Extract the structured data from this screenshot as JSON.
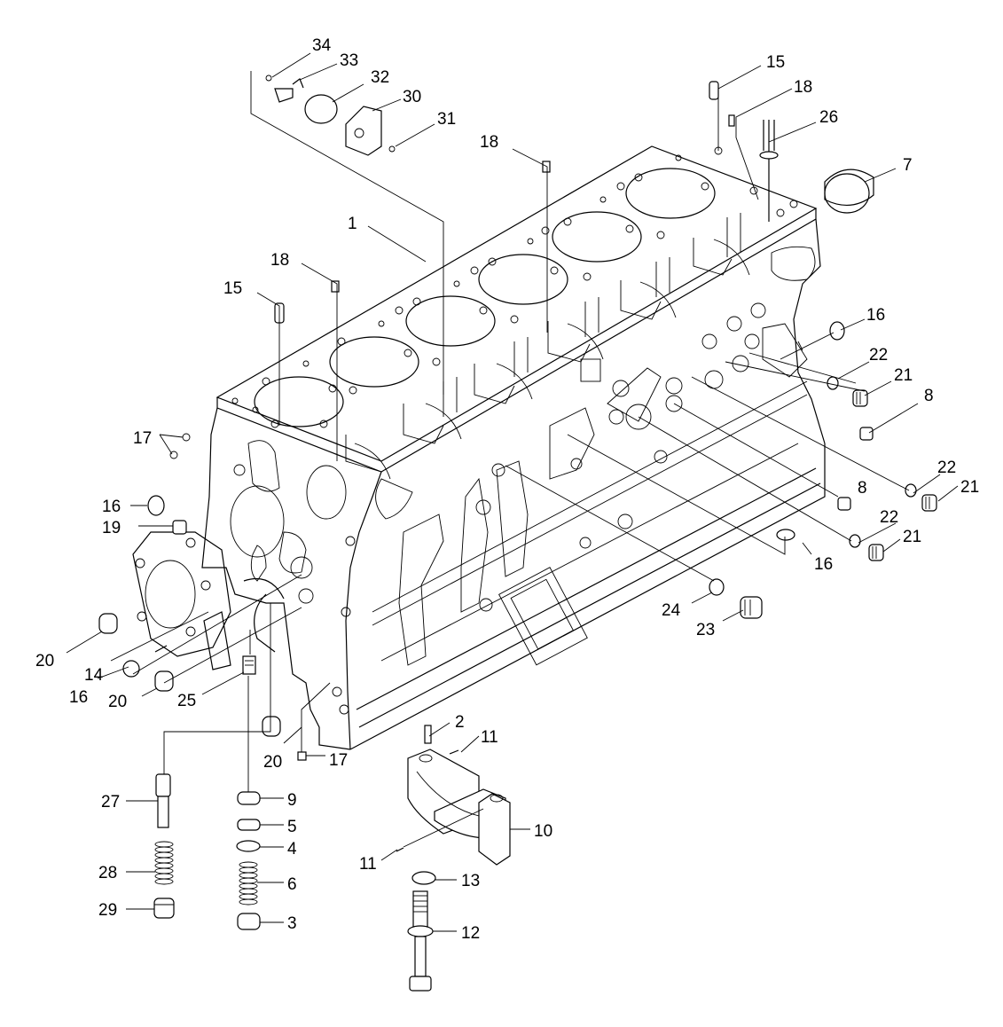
{
  "diagram": {
    "callouts": [
      {
        "id": "c34",
        "text": "34"
      },
      {
        "id": "c33",
        "text": "33"
      },
      {
        "id": "c32",
        "text": "32"
      },
      {
        "id": "c30",
        "text": "30"
      },
      {
        "id": "c31",
        "text": "31"
      },
      {
        "id": "c18a",
        "text": "18"
      },
      {
        "id": "c15a",
        "text": "15"
      },
      {
        "id": "c18b",
        "text": "18"
      },
      {
        "id": "c26",
        "text": "26"
      },
      {
        "id": "c7",
        "text": "7"
      },
      {
        "id": "c1",
        "text": "1"
      },
      {
        "id": "c18c",
        "text": "18"
      },
      {
        "id": "c15b",
        "text": "15"
      },
      {
        "id": "c16a",
        "text": "16"
      },
      {
        "id": "c22a",
        "text": "22"
      },
      {
        "id": "c21a",
        "text": "21"
      },
      {
        "id": "c8a",
        "text": "8"
      },
      {
        "id": "c17a",
        "text": "17"
      },
      {
        "id": "c22b",
        "text": "22"
      },
      {
        "id": "c21b",
        "text": "21"
      },
      {
        "id": "c8b",
        "text": "8"
      },
      {
        "id": "c16b",
        "text": "16"
      },
      {
        "id": "c19",
        "text": "19"
      },
      {
        "id": "c22c",
        "text": "22"
      },
      {
        "id": "c21c",
        "text": "21"
      },
      {
        "id": "c16c",
        "text": "16"
      },
      {
        "id": "c24",
        "text": "24"
      },
      {
        "id": "c23",
        "text": "23"
      },
      {
        "id": "c20a",
        "text": "20"
      },
      {
        "id": "c14",
        "text": "14"
      },
      {
        "id": "c16d",
        "text": "16"
      },
      {
        "id": "c20b",
        "text": "20"
      },
      {
        "id": "c25",
        "text": "25"
      },
      {
        "id": "c2",
        "text": "2"
      },
      {
        "id": "c11a",
        "text": "11"
      },
      {
        "id": "c20c",
        "text": "20"
      },
      {
        "id": "c17b",
        "text": "17"
      },
      {
        "id": "c27",
        "text": "27"
      },
      {
        "id": "c9",
        "text": "9"
      },
      {
        "id": "c5",
        "text": "5"
      },
      {
        "id": "c4",
        "text": "4"
      },
      {
        "id": "c10",
        "text": "10"
      },
      {
        "id": "c28",
        "text": "28"
      },
      {
        "id": "c6",
        "text": "6"
      },
      {
        "id": "c11b",
        "text": "11"
      },
      {
        "id": "c13",
        "text": "13"
      },
      {
        "id": "c29",
        "text": "29"
      },
      {
        "id": "c3",
        "text": "3"
      },
      {
        "id": "c12",
        "text": "12"
      }
    ]
  }
}
